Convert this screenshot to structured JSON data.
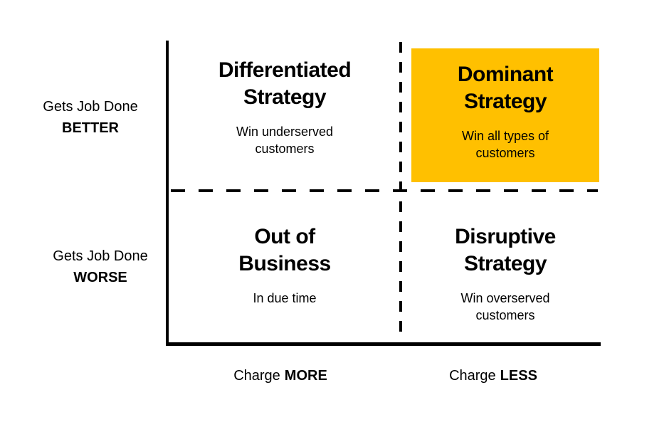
{
  "matrix": {
    "quadrants": [
      {
        "id": "differentiated-strategy",
        "title": "Differentiated\nStrategy",
        "subtitle": "Win underserved\ncustomers",
        "highlighted": false
      },
      {
        "id": "dominant-strategy",
        "title": "Dominant\nStrategy",
        "subtitle": "Win all types of\ncustomers",
        "highlighted": true
      },
      {
        "id": "out-of-business",
        "title": "Out of\nBusiness",
        "subtitle": "In due time",
        "highlighted": false
      },
      {
        "id": "disruptive-strategy",
        "title": "Disruptive\nStrategy",
        "subtitle": "Win overserved\ncustomers",
        "highlighted": false
      }
    ],
    "y_axis": {
      "top_label": {
        "text": "Gets Job Done",
        "emphasis": "BETTER"
      },
      "bottom_label": {
        "text": "Gets Job Done",
        "emphasis": "WORSE"
      }
    },
    "x_axis": {
      "left_label": {
        "text": "Charge",
        "emphasis": "MORE"
      },
      "right_label": {
        "text": "Charge",
        "emphasis": "LESS"
      }
    },
    "colors": {
      "highlight": "#FFC000",
      "line": "#000000",
      "background": "#FFFFFF",
      "text": "#000000"
    }
  }
}
